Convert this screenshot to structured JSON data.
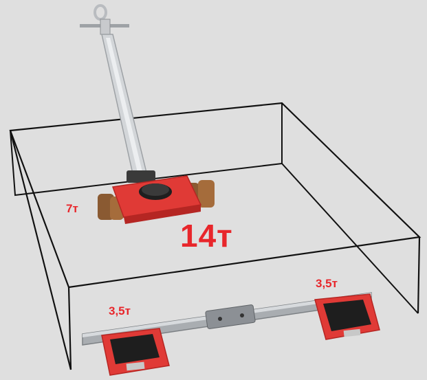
{
  "labels": {
    "front_skate_capacity": "7т",
    "total_capacity": "14т",
    "rear_left_capacity": "3,5т",
    "rear_right_capacity": "3,5т"
  },
  "colors": {
    "background": "#dfdfdf",
    "accent_red": "#e8262b",
    "outline": "#111111",
    "skate_red": "#e03a36",
    "roller_brown": "#8a5a32"
  },
  "icons": {
    "front_skate": "steerable-skate-with-handle-icon",
    "rear_skates": "fixed-skate-pair-with-bar-icon",
    "load_box": "load-box-outline-icon"
  }
}
